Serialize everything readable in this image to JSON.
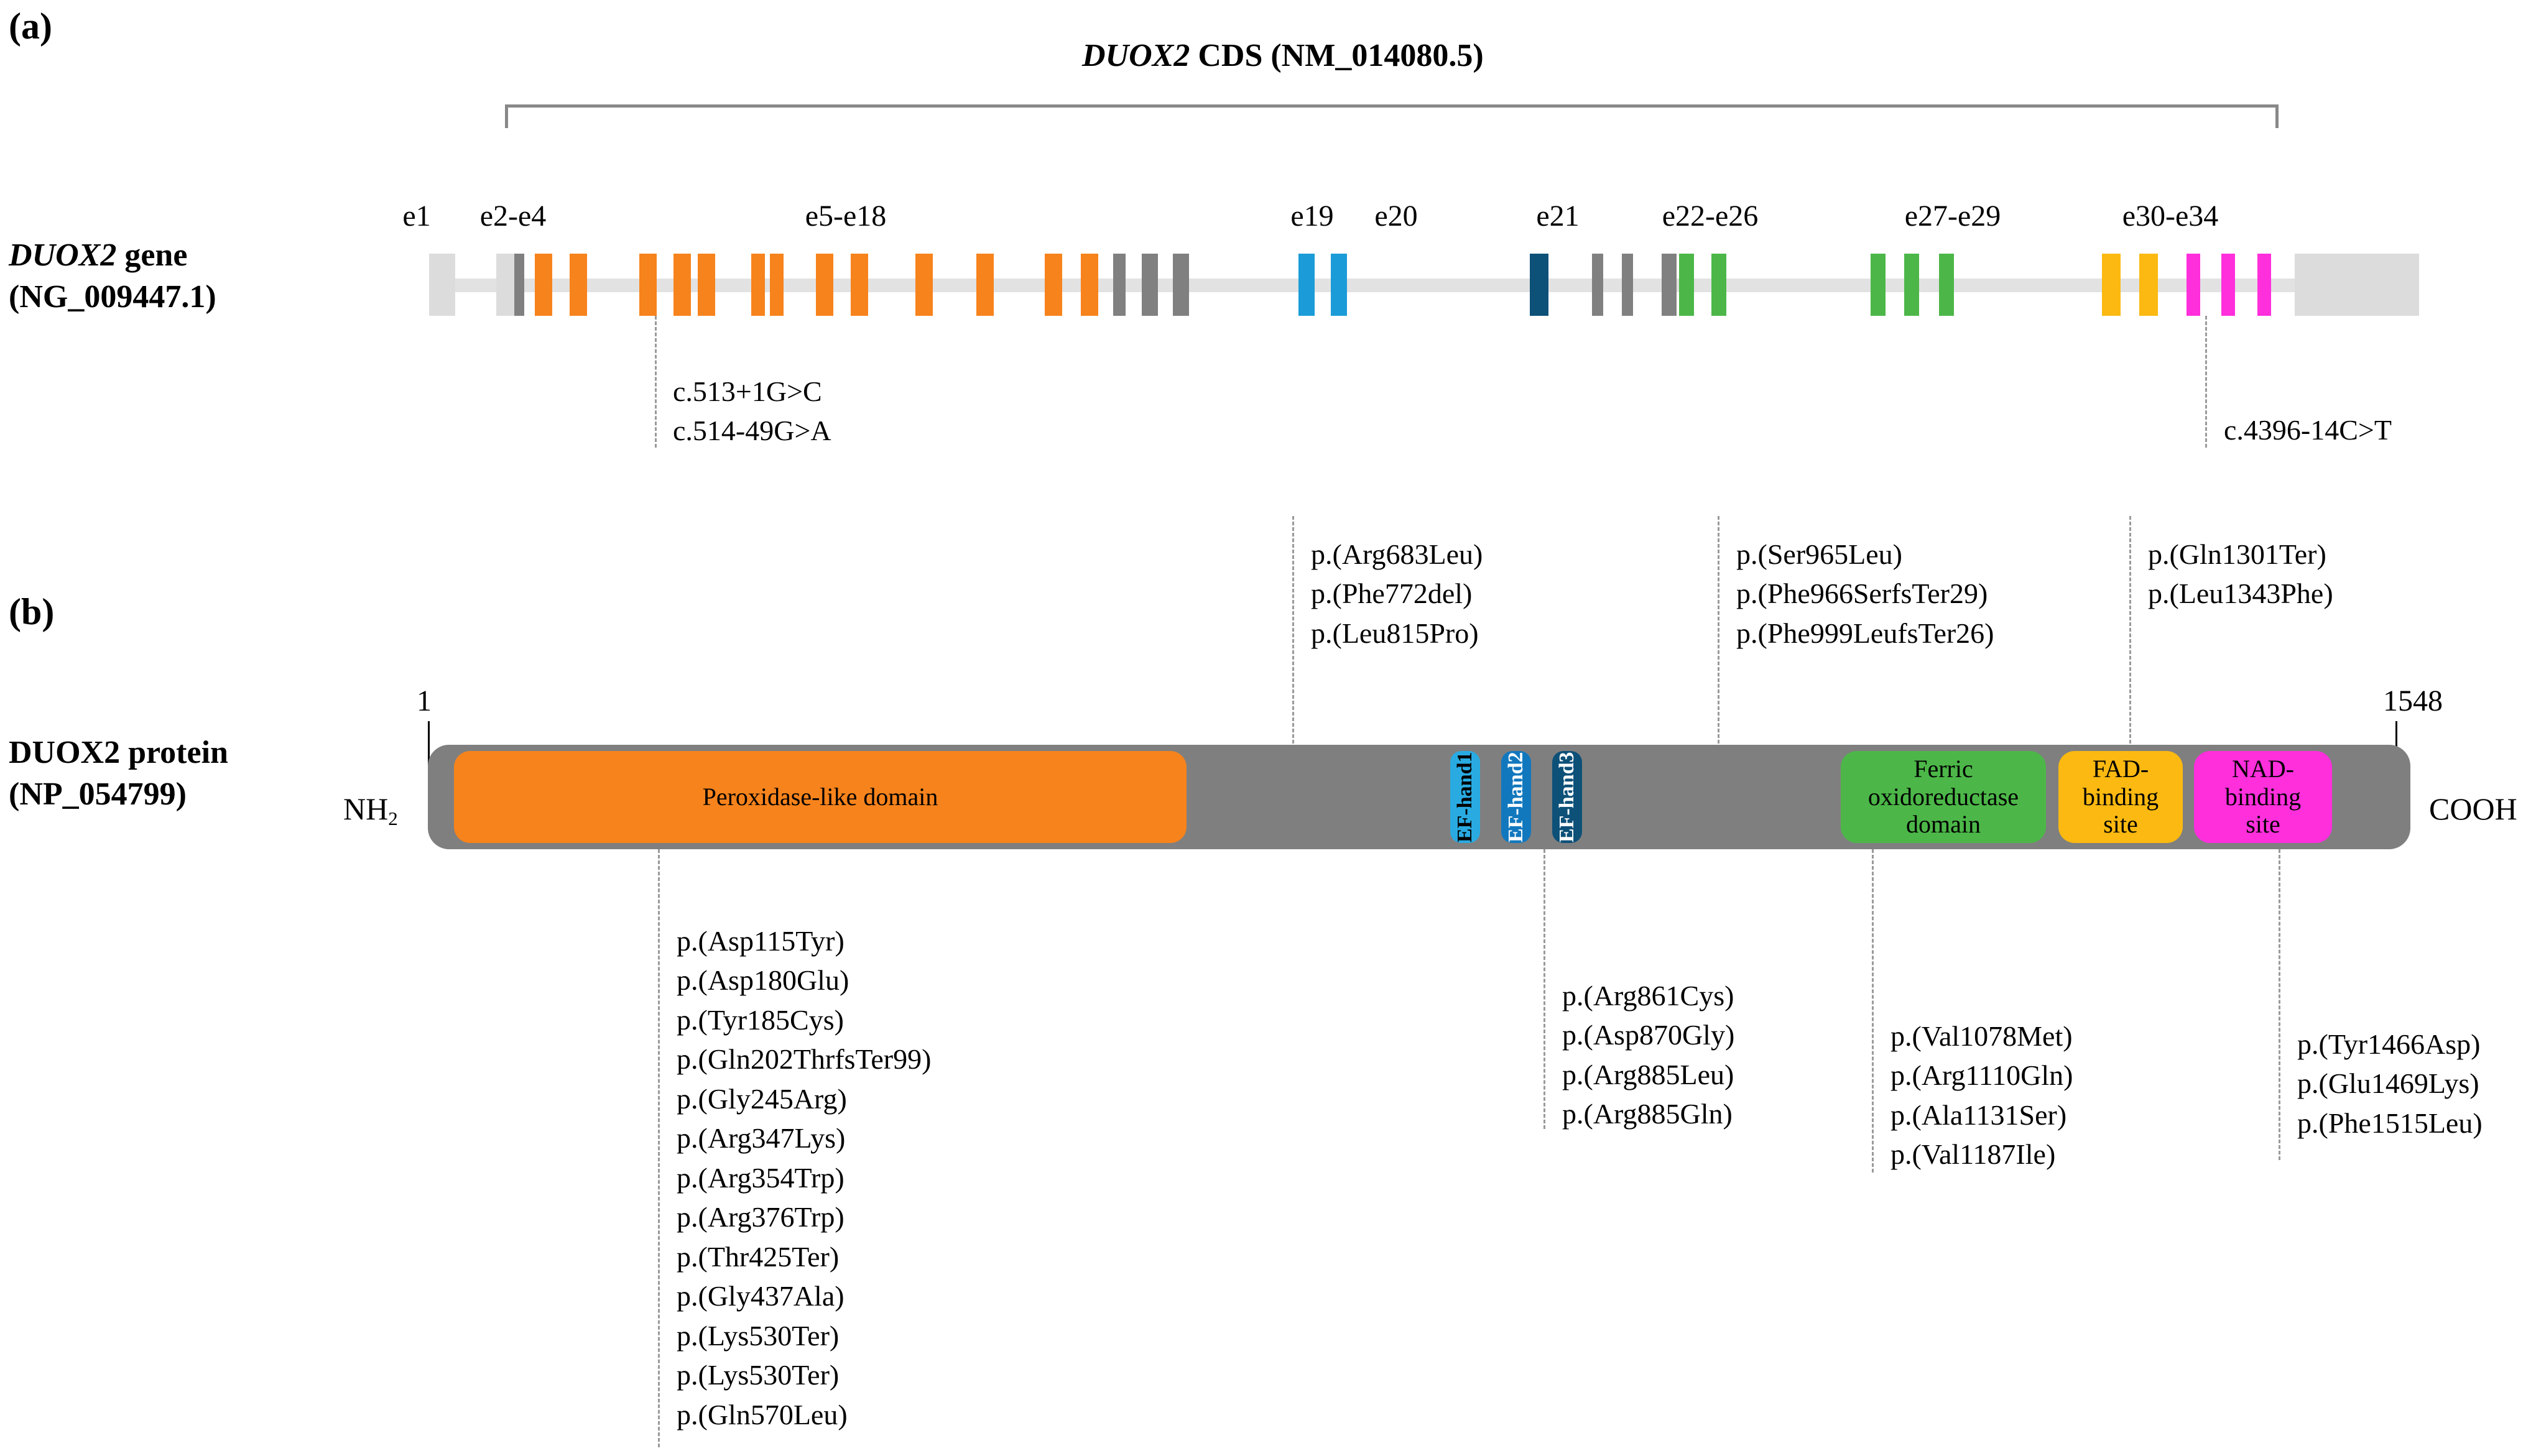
{
  "panels": {
    "a": "(a)",
    "b": "(b)"
  },
  "gene_panel": {
    "cds_title_italic": "DUOX2",
    "cds_title_rest": " CDS (NM_014080.5)",
    "row_label_line1_italic": "DUOX2",
    "row_label_line1_rest": " gene",
    "row_label_line2": "(NG_009447.1)",
    "exon_groups": [
      {
        "label": "e1"
      },
      {
        "label": "e2-e4"
      },
      {
        "label": "e5-e18"
      },
      {
        "label": "e19"
      },
      {
        "label": "e20"
      },
      {
        "label": "e21"
      },
      {
        "label": "e22-e26"
      },
      {
        "label": "e27-e29"
      },
      {
        "label": "e30-e34"
      }
    ],
    "variant_group_left": [
      "c.513+1G>C",
      "c.514-49G>A"
    ],
    "variant_group_right": [
      "c.4396-14C>T"
    ]
  },
  "protein_panel": {
    "row_label_line1": "DUOX2 protein",
    "row_label_line2": "(NP_054799)",
    "n_terminus": "NH",
    "n_terminus_sub": "2",
    "c_terminus": "COOH",
    "start_residue": "1",
    "end_residue": "1548",
    "domains": [
      {
        "name": "Peroxidase-like domain",
        "color": "#f7831c"
      },
      {
        "name": "EF-hand1",
        "color": "#29ABE2"
      },
      {
        "name": "EF-hand2",
        "color": "#1278BE"
      },
      {
        "name": "EF-hand3",
        "color": "#0D5078"
      },
      {
        "name": "Ferric oxidoreductase domain",
        "color": "#4CB748"
      },
      {
        "name": "FAD-binding site",
        "color": "#FBB911"
      },
      {
        "name": "NAD-binding site",
        "color": "#FF2FDC"
      }
    ],
    "domain_labels": {
      "peroxidase": "Peroxidase-like domain",
      "ef1": "EF-hand1",
      "ef2": "EF-hand2",
      "ef3": "EF-hand3",
      "ferric_l1": "Ferric",
      "ferric_l2": "oxidoreductase",
      "ferric_l3": "domain",
      "fad_l1": "FAD-",
      "fad_l2": "binding",
      "fad_l3": "site",
      "nad_l1": "NAD-",
      "nad_l2": "binding",
      "nad_l3": "site"
    },
    "variants_above": {
      "group1": [
        "p.(Arg683Leu)",
        "p.(Phe772del)",
        "p.(Leu815Pro)"
      ],
      "group2": [
        "p.(Ser965Leu)",
        "p.(Phe966SerfsTer29)",
        "p.(Phe999LeufsTer26)"
      ],
      "group3": [
        "p.(Gln1301Ter)",
        "p.(Leu1343Phe)"
      ]
    },
    "variants_below": {
      "group1": [
        "p.(Asp115Tyr)",
        "p.(Asp180Glu)",
        "p.(Tyr185Cys)",
        "p.(Gln202ThrfsTer99)",
        "p.(Gly245Arg)",
        "p.(Arg347Lys)",
        "p.(Arg354Trp)",
        "p.(Arg376Trp)",
        "p.(Thr425Ter)",
        "p.(Gly437Ala)",
        "p.(Lys530Ter)",
        "p.(Lys530Ter)",
        "p.(Gln570Leu)"
      ],
      "group2": [
        "p.(Arg861Cys)",
        "p.(Asp870Gly)",
        "p.(Arg885Leu)",
        "p.(Arg885Gln)"
      ],
      "group3": [
        "p.(Val1078Met)",
        "p.(Arg1110Gln)",
        "p.(Ala1131Ser)",
        "p.(Val1187Ile)"
      ],
      "group4": [
        "p.(Tyr1466Asp)",
        "p.(Glu1469Lys)",
        "p.(Phe1515Leu)"
      ]
    }
  },
  "colors": {
    "orange": "#f7831c",
    "grey_exon": "#808080",
    "blue_light": "#1B9CD8",
    "blue_dark": "#0D5078",
    "green": "#4CB748",
    "yellow": "#FBB911",
    "magenta": "#FF2FDC",
    "backbone": "#e0e0e0",
    "utr": "#dcdcdc",
    "protein_body": "#7f7f7f"
  }
}
